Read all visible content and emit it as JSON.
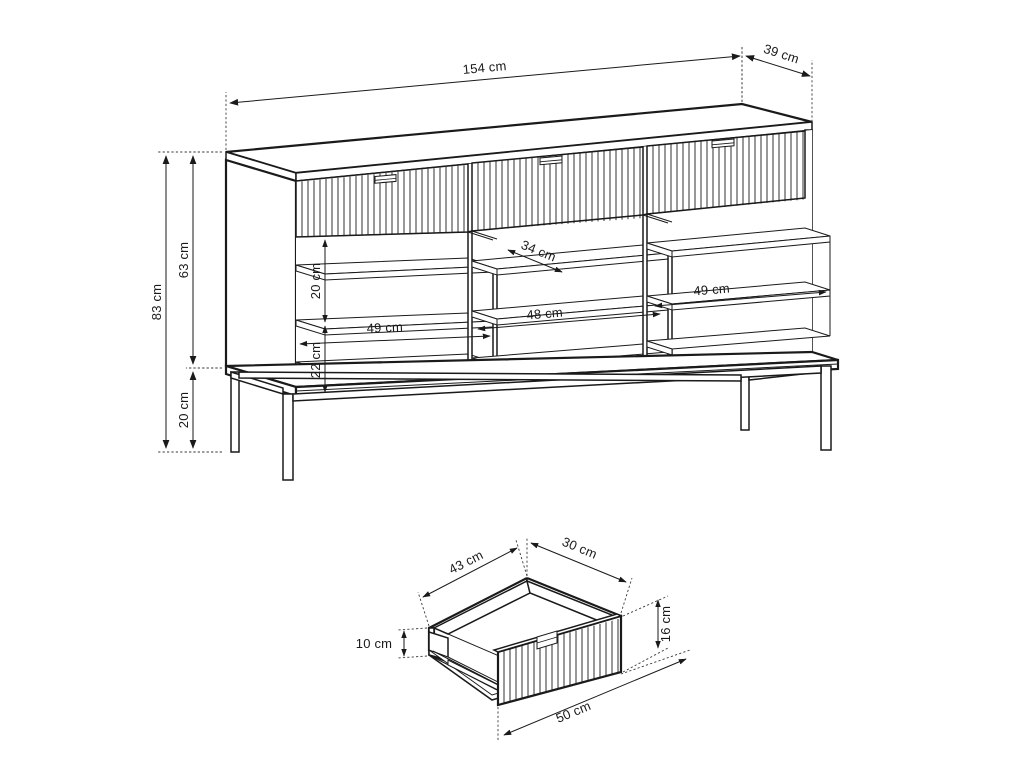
{
  "document": {
    "kind": "technical-dimension-drawing",
    "subject": "3-door fluted sideboard with metal legs and detail view of a drawer",
    "units": "cm",
    "background_color": "#ffffff",
    "line_color": "#1a1a1a"
  },
  "views": {
    "main": {
      "name": "sideboard-isometric-view",
      "description": "Isometric view of sideboard: three fluted doors on top band, open interior with shelves and two vertical dividers, metal frame legs below"
    },
    "detail": {
      "name": "drawer-isometric-detail",
      "description": "Isometric detail of a single pull-out drawer with fluted front panel and handle notch"
    }
  },
  "dimensions": {
    "main_view": [
      {
        "id": "width-total",
        "label": "154 cm",
        "value": 154,
        "unit": "cm",
        "axis": "width",
        "orientation": "horizontal-iso",
        "position": "top"
      },
      {
        "id": "depth-total",
        "label": "39 cm",
        "value": 39,
        "unit": "cm",
        "axis": "depth",
        "orientation": "diagonal-iso",
        "position": "top-right"
      },
      {
        "id": "height-total",
        "label": "83 cm",
        "value": 83,
        "unit": "cm",
        "axis": "height",
        "orientation": "vertical",
        "position": "left-outer"
      },
      {
        "id": "height-body",
        "label": "63 cm",
        "value": 63,
        "unit": "cm",
        "axis": "height",
        "orientation": "vertical",
        "position": "left-inner"
      },
      {
        "id": "height-legs",
        "label": "20 cm",
        "value": 20,
        "unit": "cm",
        "axis": "height",
        "orientation": "vertical",
        "position": "left-inner-bottom"
      },
      {
        "id": "shelf-upper-h",
        "label": "20 cm",
        "value": 20,
        "unit": "cm",
        "axis": "height",
        "orientation": "vertical",
        "position": "interior-left-upper"
      },
      {
        "id": "shelf-lower-h",
        "label": "22 cm",
        "value": 22,
        "unit": "cm",
        "axis": "height",
        "orientation": "vertical",
        "position": "interior-left-lower"
      },
      {
        "id": "shelf-depth",
        "label": "34 cm",
        "value": 34,
        "unit": "cm",
        "axis": "depth",
        "orientation": "diagonal-iso",
        "position": "interior-middle"
      },
      {
        "id": "bay-left-w",
        "label": "49 cm",
        "value": 49,
        "unit": "cm",
        "axis": "width",
        "orientation": "horizontal-iso",
        "position": "interior-left"
      },
      {
        "id": "bay-middle-w",
        "label": "48 cm",
        "value": 48,
        "unit": "cm",
        "axis": "width",
        "orientation": "horizontal-iso",
        "position": "interior-middle"
      },
      {
        "id": "bay-right-w",
        "label": "49 cm",
        "value": 49,
        "unit": "cm",
        "axis": "width",
        "orientation": "horizontal-iso",
        "position": "interior-right"
      }
    ],
    "detail_view": [
      {
        "id": "drawer-side-depth",
        "label": "43 cm",
        "value": 43,
        "unit": "cm",
        "axis": "depth",
        "orientation": "diagonal-iso",
        "position": "upper-left"
      },
      {
        "id": "drawer-back-width",
        "label": "30 cm",
        "value": 30,
        "unit": "cm",
        "axis": "width",
        "orientation": "diagonal-iso",
        "position": "upper-right"
      },
      {
        "id": "drawer-front-height",
        "label": "16 cm",
        "value": 16,
        "unit": "cm",
        "axis": "height",
        "orientation": "vertical",
        "position": "right"
      },
      {
        "id": "drawer-box-height",
        "label": "10 cm",
        "value": 10,
        "unit": "cm",
        "axis": "height",
        "orientation": "vertical",
        "position": "left"
      },
      {
        "id": "drawer-front-width",
        "label": "50 cm",
        "value": 50,
        "unit": "cm",
        "axis": "width",
        "orientation": "diagonal-iso",
        "position": "bottom"
      }
    ]
  },
  "parts": {
    "doors": [
      {
        "id": "door-left",
        "name": "fluted-door-left",
        "handle": "recessed-bar-handle"
      },
      {
        "id": "door-middle",
        "name": "fluted-door-middle",
        "handle": "recessed-bar-handle"
      },
      {
        "id": "door-right",
        "name": "fluted-door-right",
        "handle": "recessed-bar-handle"
      }
    ],
    "interior": {
      "bays": 3,
      "shelves_per_bay": 2,
      "dividers": 2
    },
    "legs": {
      "count": 4,
      "style": "metal-frame-legs",
      "height_cm": 20
    },
    "drawer": {
      "front": "fluted-panel",
      "handle": "notch-handle"
    }
  }
}
